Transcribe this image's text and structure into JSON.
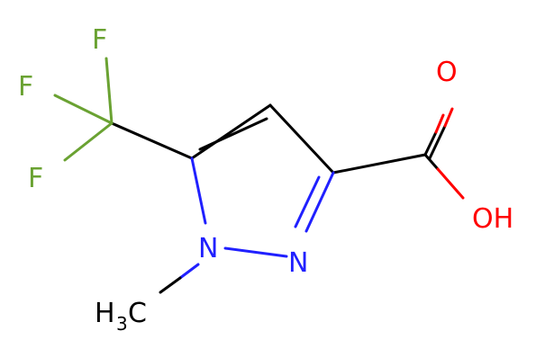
{
  "molecule": {
    "atoms": {
      "f_top": "F",
      "f_mid": "F",
      "f_low": "F",
      "o_carbonyl": "O",
      "oh": "OH",
      "n1": "N",
      "n2": "N",
      "methyl_h": "H",
      "methyl_sub": "3",
      "methyl_c": "C"
    },
    "colors": {
      "bond": "#000000",
      "fluorine": "#6aa232",
      "oxygen": "#ff0000",
      "nitrogen": "#2020ff",
      "carbon": "#000000"
    }
  }
}
